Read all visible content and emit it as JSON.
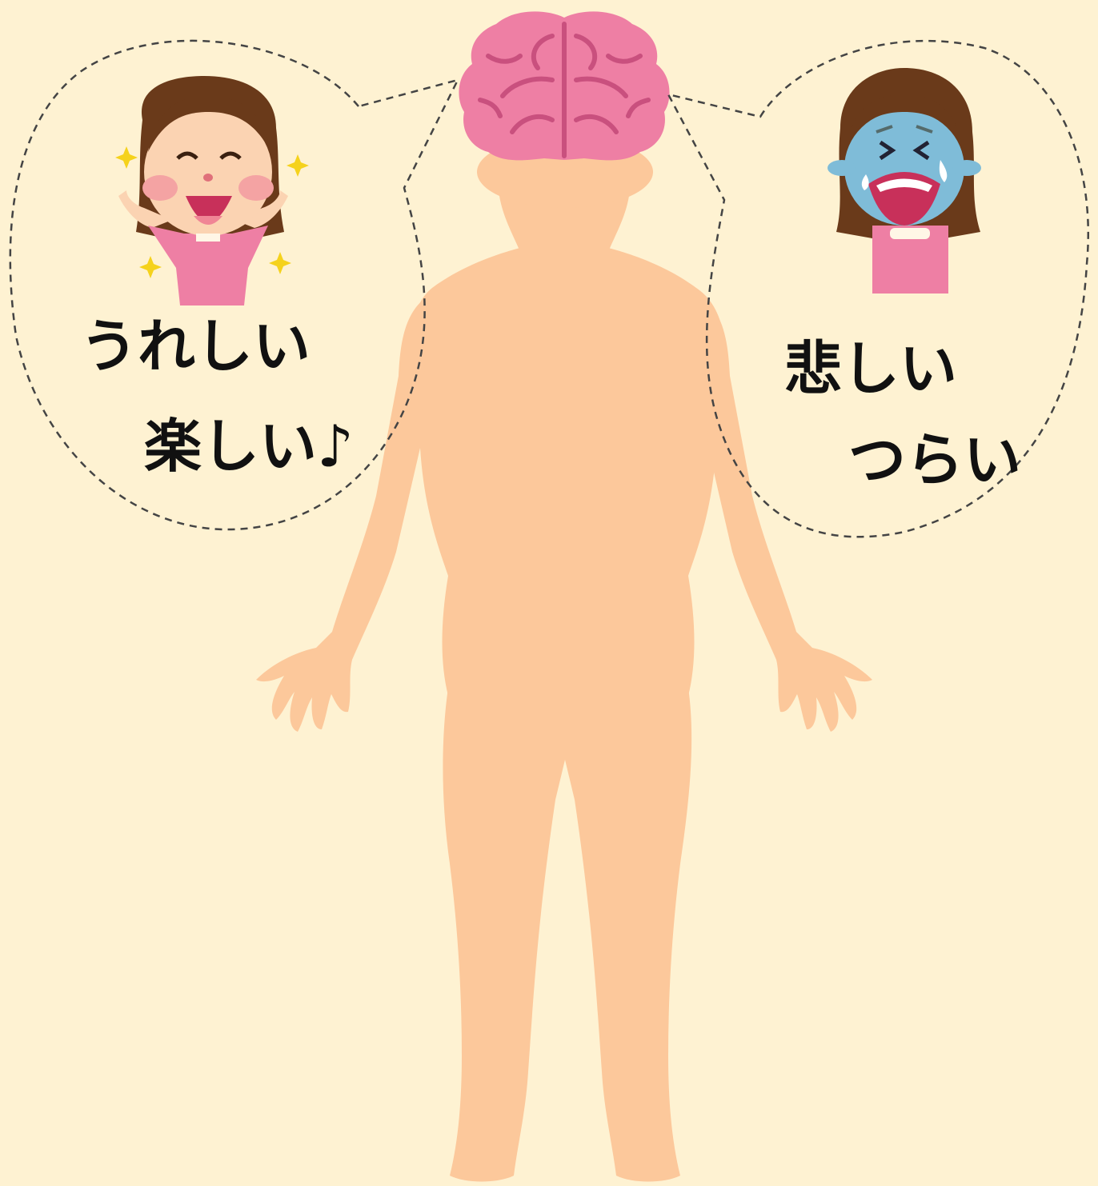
{
  "happy": {
    "line1": "うれしい",
    "line2": "楽しい♪"
  },
  "sad": {
    "line1": "悲しい",
    "line2": "つらい"
  },
  "colors": {
    "background": "#FEF2D2",
    "body": "#FCC89B",
    "brain": "#EE7FA4",
    "brain_lines": "#C9507E",
    "hair": "#6A3A1A",
    "shirt": "#EE7FA4",
    "sad_face": "#7FBCD8",
    "skin": "#FBD3B2",
    "sparkle": "#F5D21C",
    "bubble_border": "#444444"
  },
  "icons": [
    "happy-girl-icon",
    "sad-girl-icon",
    "brain-icon",
    "human-body-icon",
    "sparkle-icon"
  ]
}
